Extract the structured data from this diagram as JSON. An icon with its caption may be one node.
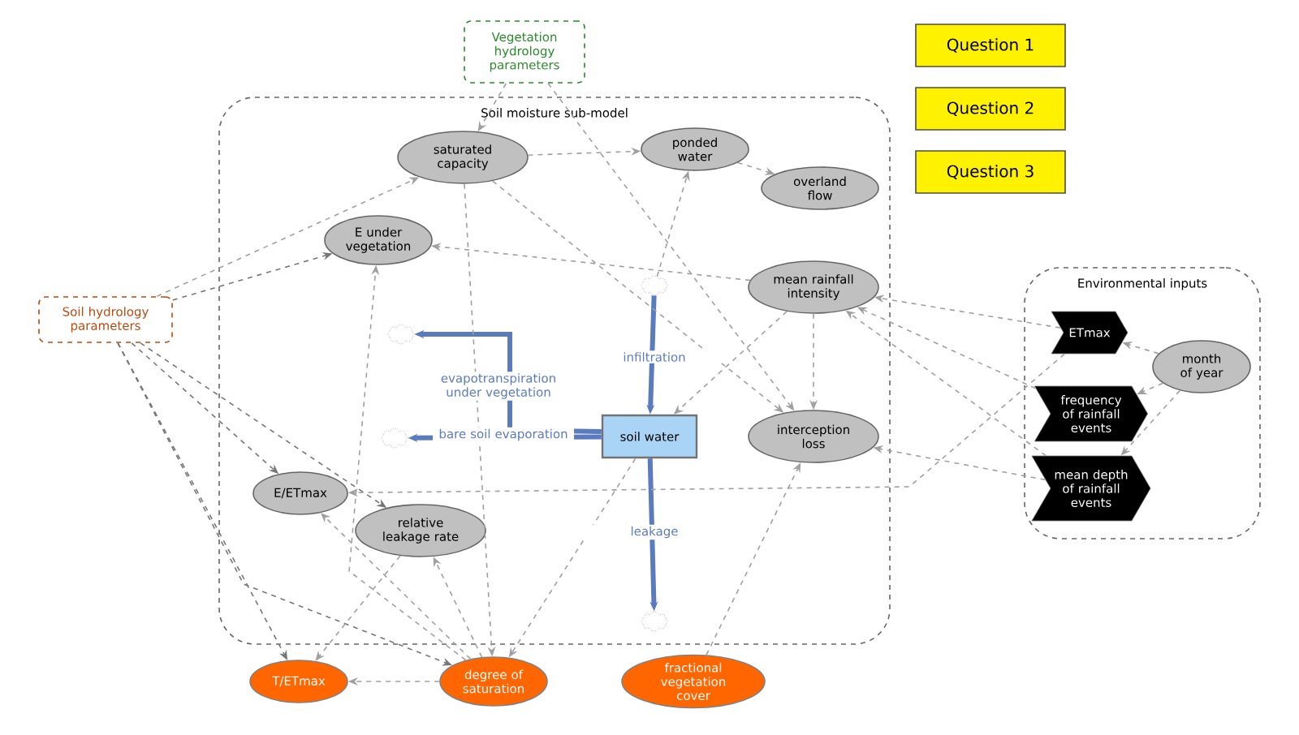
{
  "diagram": {
    "nodes": [
      {
        "text": [
          "Vegetation hydrology parameters"
        ]
      },
      {
        "text": [
          "Soil moisture sub-model"
        ]
      },
      {
        "text": [
          "saturated capacity"
        ],
        "in": 1
      },
      {
        "text": [
          "ponded water"
        ],
        "in": 1
      },
      {
        "text": [
          "overland flow"
        ],
        "in": 1
      },
      {
        "text": [
          "E under vegetation"
        ],
        "in": 1
      },
      {
        "text": [
          "mean rainfall intensity"
        ],
        "in": 1
      },
      {
        "text": [],
        "shape": "cloud",
        "in": 1
      },
      {
        "text": [],
        "shape": "cloud",
        "in": 1
      },
      {
        "text": [],
        "shape": "cloud",
        "in": 1
      },
      {
        "text": [
          "soil water"
        ],
        "in": 1
      },
      {
        "text": [
          "interception loss"
        ],
        "in": 1
      },
      {
        "text": [
          "E/ETmax"
        ],
        "in": 1
      },
      {
        "text": [
          "relative leakage rate"
        ],
        "in": 1
      },
      {
        "text": [],
        "shape": "cloud",
        "in": 1
      },
      {
        "text": [
          "Soil hydrology parameters"
        ]
      },
      {
        "text": [
          "Environmental inputs"
        ]
      },
      {
        "text": [
          "ETmax"
        ],
        "in": 16
      },
      {
        "text": [
          "month of year"
        ],
        "in": 16
      },
      {
        "text": [
          "frequency of rainfall events"
        ],
        "in": 16
      },
      {
        "text": [
          "mean depth of rainfall events"
        ],
        "in": 16
      },
      {
        "text": [
          "T/ETmax"
        ]
      },
      {
        "text": [
          "degree of saturation"
        ]
      },
      {
        "text": [
          "fractional vegetation cover"
        ]
      },
      {
        "text": [
          "Question 1"
        ]
      },
      {
        "text": [
          "Question 2"
        ]
      },
      {
        "text": [
          "Question 3"
        ]
      }
    ],
    "edges": [
      {
        "from": 8,
        "to": 10,
        "arrow": "to",
        "label": "infiltration",
        "style": "thick",
        "color": "#5b7bbf"
      },
      {
        "from": 10,
        "to": 7,
        "arrow": "to",
        "label": "evapotranspiration under vegetation",
        "style": "thick",
        "color": "#5b7bbf"
      },
      {
        "from": 10,
        "to": 9,
        "arrow": "to",
        "label": "bare soil evaporation",
        "style": "thick",
        "color": "#5b7bbf"
      },
      {
        "from": 10,
        "to": 14,
        "arrow": "to",
        "label": "leakage",
        "style": "thick",
        "color": "#5b7bbf"
      },
      {
        "from": 0,
        "to": 2,
        "arrow": "to",
        "style": "dashed"
      },
      {
        "from": 0,
        "to": 11,
        "arrow": "to",
        "style": "dashed"
      },
      {
        "from": 15,
        "to": 2,
        "arrow": "to",
        "style": "dashed"
      },
      {
        "from": 15,
        "to": 5,
        "arrow": "to",
        "style": "dashed",
        "color": "#777777"
      },
      {
        "from": 15,
        "to": 12,
        "arrow": "to",
        "style": "dashed",
        "color": "#777777"
      },
      {
        "from": 15,
        "to": 13,
        "arrow": "to",
        "style": "dashed",
        "color": "#777777"
      },
      {
        "from": 15,
        "to": 21,
        "arrow": "to",
        "style": "dashed",
        "color": "#777777"
      },
      {
        "from": 15,
        "to": 22,
        "arrow": "to",
        "style": "dashed",
        "color": "#777777"
      },
      {
        "from": 2,
        "to": 3,
        "arrow": "to",
        "style": "dashed"
      },
      {
        "from": 3,
        "to": 4,
        "arrow": "to",
        "style": "dashed"
      },
      {
        "from": 2,
        "to": 22,
        "arrow": "to",
        "style": "dashed"
      },
      {
        "from": 2,
        "to": 11,
        "arrow": "to",
        "style": "dashed"
      },
      {
        "from": 6,
        "to": 5,
        "arrow": "to",
        "style": "dashed"
      },
      {
        "from": 6,
        "to": 11,
        "arrow": "to",
        "style": "dashed"
      },
      {
        "from": 6,
        "to": 10,
        "arrow": "to",
        "style": "dashed"
      },
      {
        "from": 17,
        "to": 6,
        "arrow": "to",
        "style": "dashed"
      },
      {
        "from": 19,
        "to": 6,
        "arrow": "to",
        "style": "dashed"
      },
      {
        "from": 20,
        "to": 6,
        "arrow": "to",
        "style": "dashed"
      },
      {
        "from": 17,
        "to": 12,
        "arrow": "to",
        "style": "dashed"
      },
      {
        "from": 18,
        "to": 17,
        "arrow": "to",
        "style": "dashed"
      },
      {
        "from": 18,
        "to": 19,
        "arrow": "to",
        "style": "dashed"
      },
      {
        "from": 18,
        "to": 20,
        "arrow": "to",
        "style": "dashed"
      },
      {
        "from": 20,
        "to": 11,
        "arrow": "to",
        "style": "dashed"
      },
      {
        "from": 22,
        "to": 21,
        "arrow": "to",
        "style": "dashed"
      },
      {
        "from": 22,
        "to": 13,
        "arrow": "to",
        "style": "dashed"
      },
      {
        "from": 22,
        "to": 5,
        "arrow": "to",
        "style": "dashed"
      },
      {
        "from": 22,
        "to": 12,
        "arrow": "to",
        "style": "dashed"
      },
      {
        "from": 23,
        "to": 11,
        "arrow": "to",
        "style": "dashed"
      },
      {
        "from": 13,
        "to": 21,
        "arrow": "to",
        "style": "dashed"
      },
      {
        "from": 8,
        "to": 3,
        "arrow": "to",
        "style": "dashed"
      },
      {
        "from": 10,
        "to": 22,
        "arrow": "to",
        "style": "dashed"
      }
    ]
  }
}
